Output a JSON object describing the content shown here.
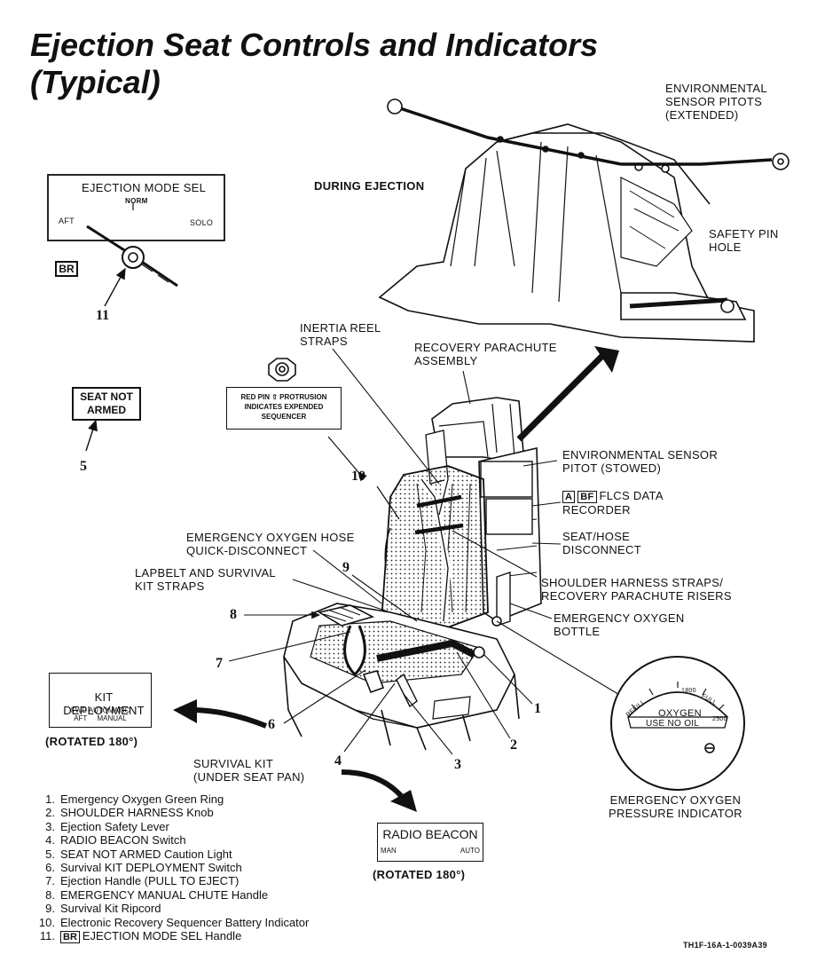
{
  "title": {
    "line1": "Ejection Seat Controls and Indicators",
    "line2": "(Typical)"
  },
  "mode_sel_panel": {
    "heading": "EJECTION MODE SEL",
    "norm": "NORM",
    "aft": "AFT",
    "solo": "SOLO",
    "tag": "BR",
    "callout": "11"
  },
  "during_ejection": "DURING EJECTION",
  "seat_not_armed": {
    "line1": "SEAT NOT",
    "line2": "ARMED",
    "callout": "5"
  },
  "red_pin": {
    "line1a": "RED PIN",
    "line1b": "PROTRUSION",
    "line2": "INDICATES EXPENDED",
    "line3": "SEQUENCER",
    "callout": "10"
  },
  "kit_deployment": {
    "label": "KIT DEPLOYMENT",
    "sub1": "FWD AUTOMATIC",
    "sub2a": "AFT",
    "sub2b": "MANUAL",
    "rotated": "(ROTATED 180°)",
    "callout": "6"
  },
  "radio_beacon": {
    "label": "RADIO BEACON",
    "man": "MAN",
    "auto": "AUTO",
    "rotated": "(ROTATED 180°)"
  },
  "oxygen_gauge": {
    "ticks": [
      "REFILL",
      "1800",
      "FULL",
      "2500"
    ],
    "line1": "OXYGEN",
    "line2": "USE NO OIL",
    "caption1": "EMERGENCY OXYGEN",
    "caption2": "PRESSURE INDICATOR"
  },
  "labels": {
    "pitots_ext": [
      "ENVIRONMENTAL",
      "SENSOR PITOTS",
      "(EXTENDED)"
    ],
    "safety_pin": [
      "SAFETY PIN",
      "HOLE"
    ],
    "inertia_reel": [
      "INERTIA REEL",
      "STRAPS"
    ],
    "recovery_chute": [
      "RECOVERY PARACHUTE",
      "ASSEMBLY"
    ],
    "pitot_stowed": [
      "ENVIRONMENTAL SENSOR",
      "PITOT (STOWED)"
    ],
    "flcs_tags": [
      "A",
      "BF"
    ],
    "flcs": [
      "FLCS DATA",
      "RECORDER"
    ],
    "seat_hose": [
      "SEAT/HOSE",
      "DISCONNECT"
    ],
    "shoulder": [
      "SHOULDER HARNESS STRAPS/",
      "RECOVERY PARACHUTE RISERS"
    ],
    "oxy_bottle": [
      "EMERGENCY OXYGEN",
      "BOTTLE"
    ],
    "oxy_hose": [
      "EMERGENCY OXYGEN HOSE",
      "QUICK-DISCONNECT"
    ],
    "lapbelt": [
      "LAPBELT AND SURVIVAL",
      "KIT STRAPS"
    ],
    "survival_kit": [
      "SURVIVAL KIT",
      "(UNDER SEAT PAN)"
    ]
  },
  "callouts": [
    "1",
    "2",
    "3",
    "4",
    "7",
    "8",
    "9"
  ],
  "legend": [
    {
      "n": "1.",
      "text": "Emergency Oxygen Green Ring"
    },
    {
      "n": "2.",
      "text": "SHOULDER HARNESS Knob"
    },
    {
      "n": "3.",
      "text": "Ejection Safety Lever"
    },
    {
      "n": "4.",
      "text": "RADIO BEACON Switch"
    },
    {
      "n": "5.",
      "text": "SEAT NOT ARMED Caution Light"
    },
    {
      "n": "6.",
      "text": "Survival KIT DEPLOYMENT Switch"
    },
    {
      "n": "7.",
      "text": "Ejection Handle (PULL TO EJECT)"
    },
    {
      "n": "8.",
      "text": "EMERGENCY MANUAL CHUTE Handle"
    },
    {
      "n": "9.",
      "text": "Survival Kit Ripcord"
    },
    {
      "n": "10.",
      "text": "Electronic Recovery Sequencer Battery Indicator"
    },
    {
      "n": "11.",
      "tag": "BR",
      "text": "EJECTION MODE SEL Handle"
    }
  ],
  "doc_id": "TH1F-16A-1-0039A39"
}
